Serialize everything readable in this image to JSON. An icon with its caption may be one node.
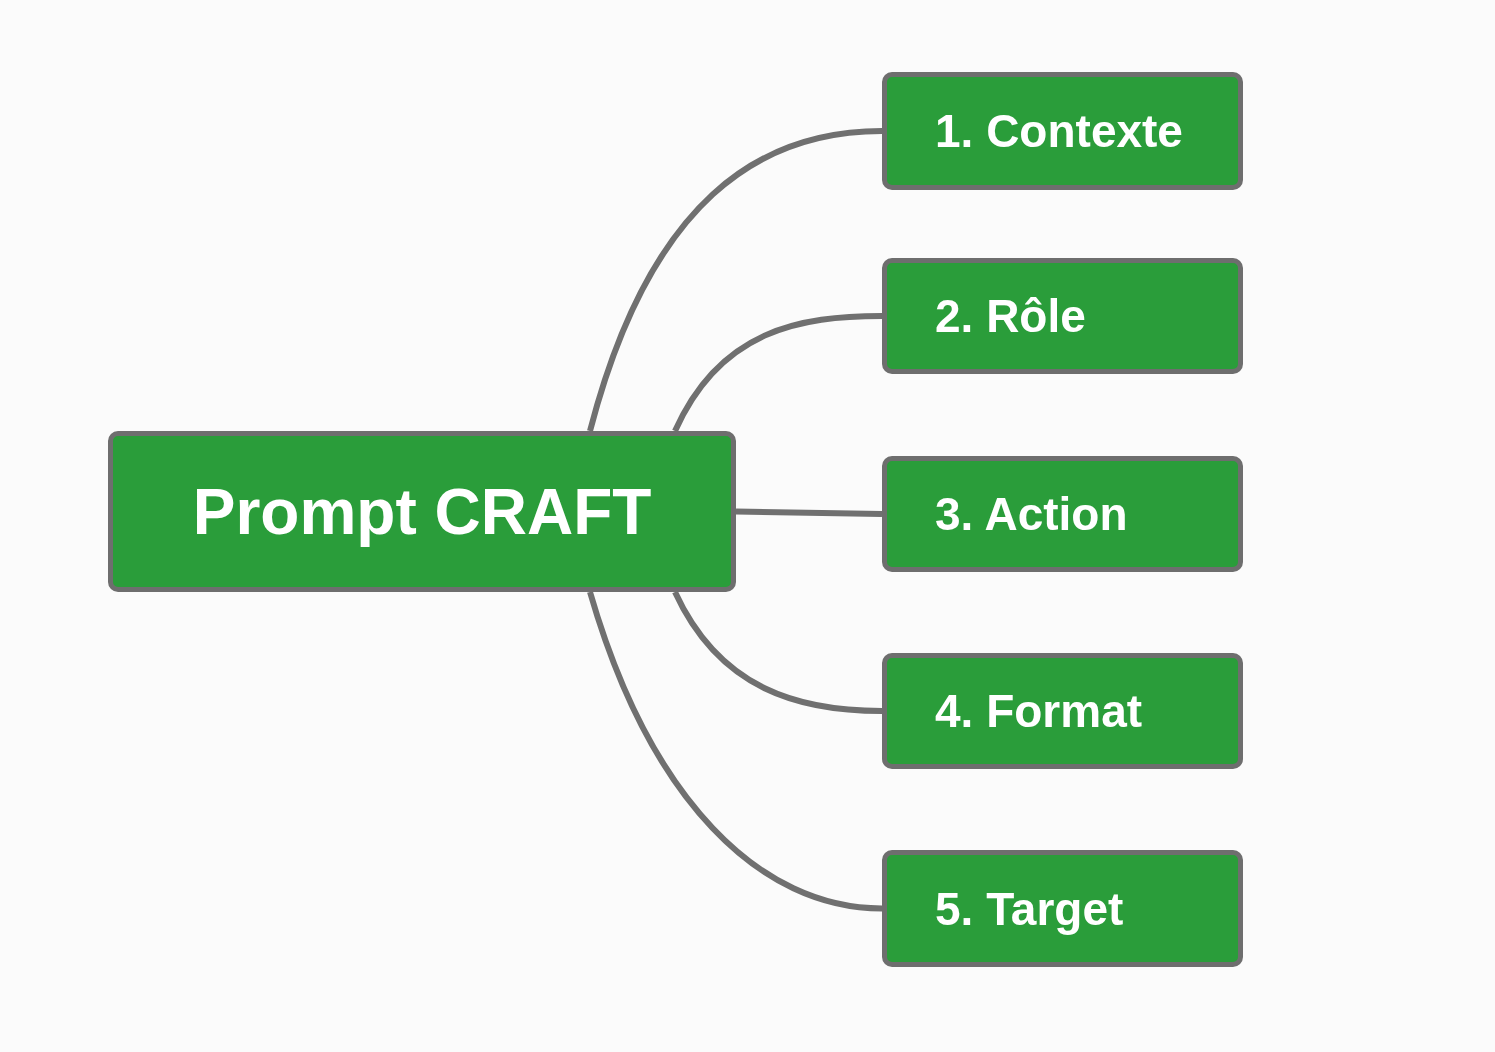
{
  "diagram": {
    "nodes": [
      {
        "text": [
          "Prompt CRAFT"
        ]
      },
      {
        "text": [
          "1. Contexte"
        ]
      },
      {
        "text": [
          "2. Rôle"
        ]
      },
      {
        "text": [
          "3. Action"
        ]
      },
      {
        "text": [
          "4. Format"
        ]
      },
      {
        "text": [
          "5. Target"
        ]
      }
    ],
    "edges": [
      {
        "from": 0,
        "to": 1,
        "arrow": "none"
      },
      {
        "from": 0,
        "to": 2,
        "arrow": "none"
      },
      {
        "from": 0,
        "to": 3,
        "arrow": "none"
      },
      {
        "from": 0,
        "to": 4,
        "arrow": "none"
      },
      {
        "from": 0,
        "to": 5,
        "arrow": "none"
      }
    ]
  }
}
